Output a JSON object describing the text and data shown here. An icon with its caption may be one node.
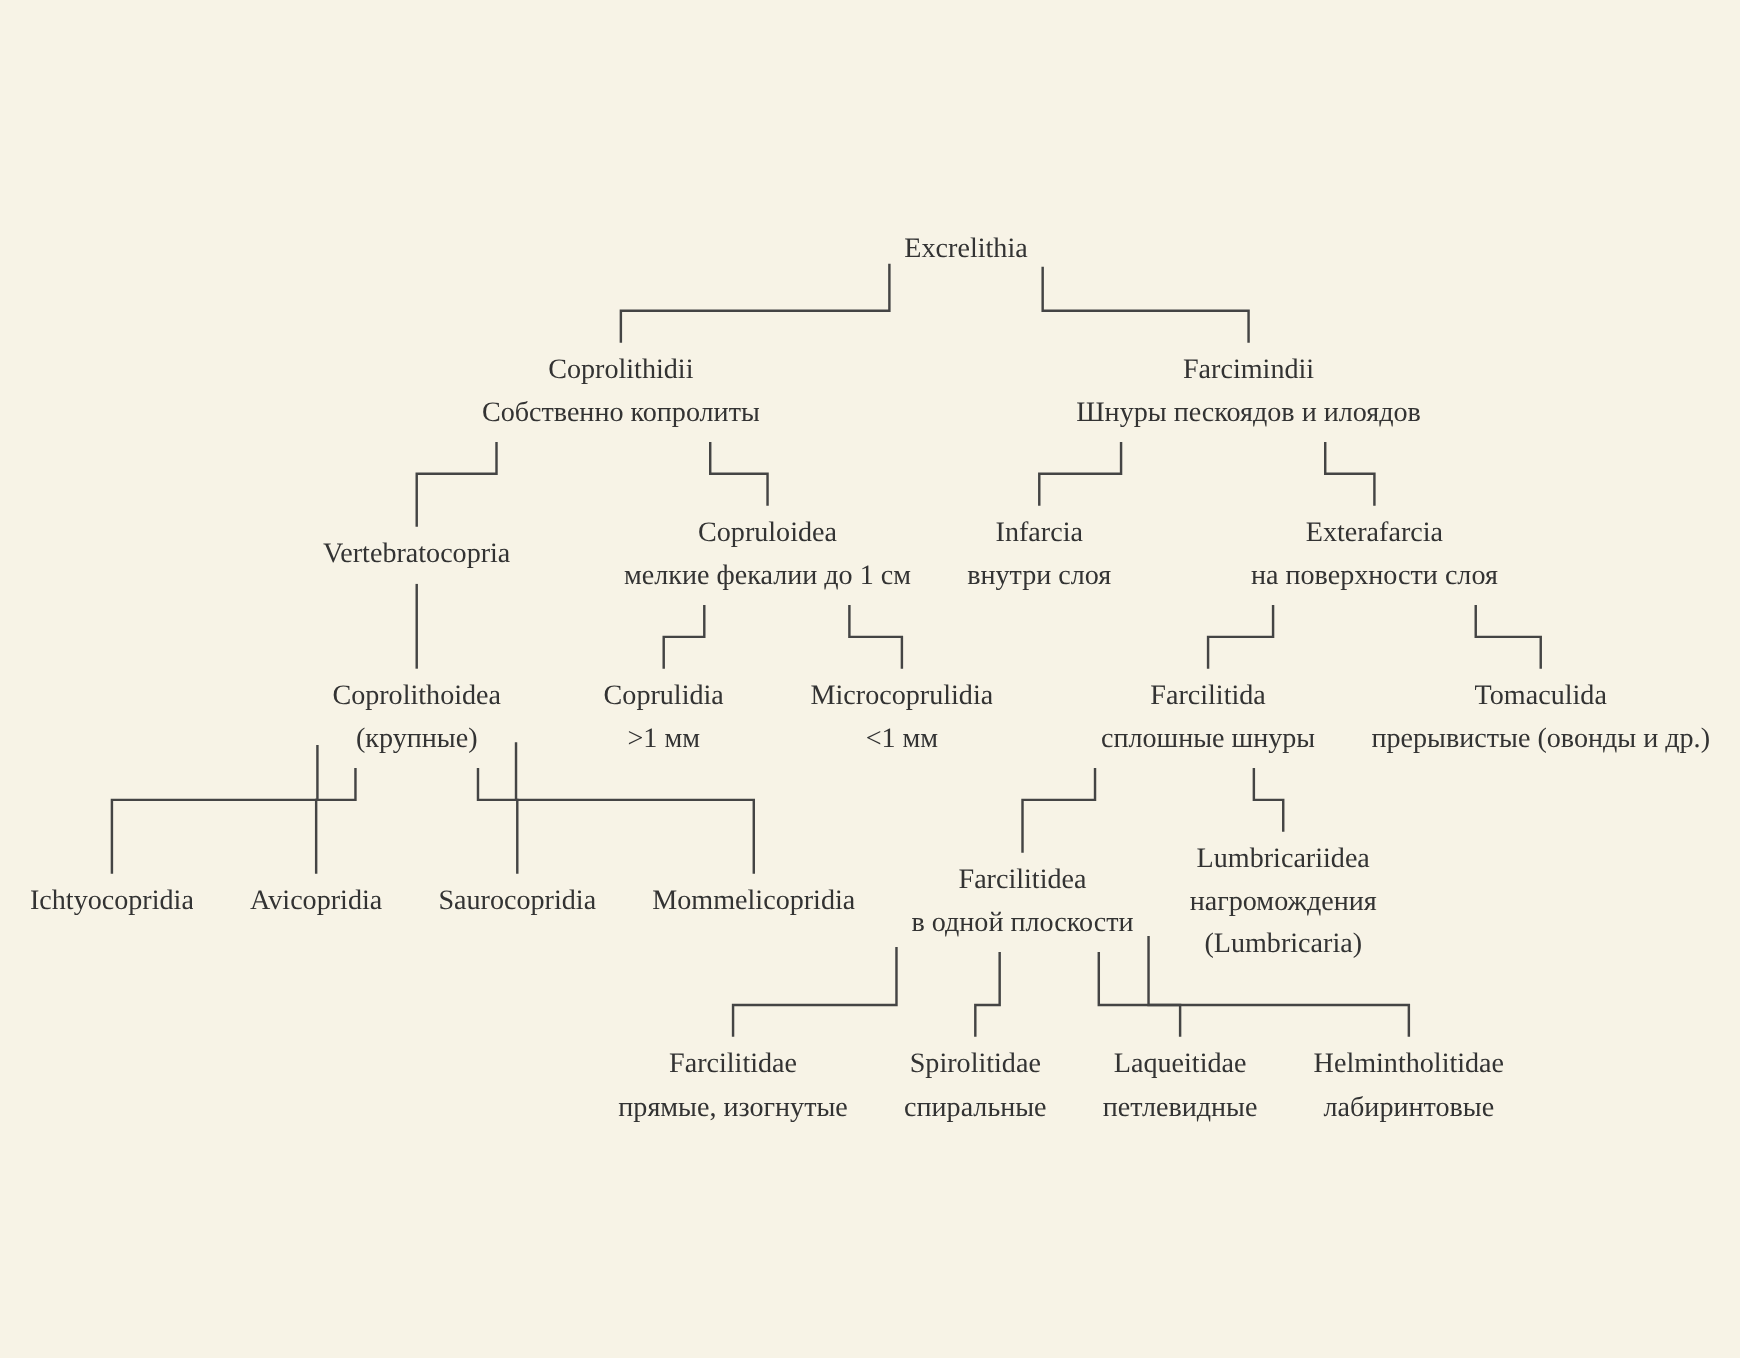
{
  "diagram": {
    "nodes": [
      {
        "text": [
          "Excrelithia"
        ]
      },
      {
        "text": [
          "Coprolithidii",
          "Собственно копролиты"
        ]
      },
      {
        "text": [
          "Vertebratocopria"
        ]
      },
      {
        "text": [
          "Coprolithoidea",
          "(крупные)"
        ]
      },
      {
        "text": [
          "Copruloidea",
          "мелкие фекалии до 1 см"
        ]
      },
      {
        "text": [
          "Ichtyocopridia"
        ]
      },
      {
        "text": [
          "Avicopridia"
        ]
      },
      {
        "text": [
          "Saurocopridia"
        ]
      },
      {
        "text": [
          "Mommelicopridia"
        ]
      },
      {
        "text": [
          "Coprulidia",
          ">1 мм"
        ]
      },
      {
        "text": [
          "Microcoprulidia",
          "<1 мм"
        ]
      },
      {
        "text": [
          "Farcimindii",
          "Шнуры пескоядов и илоядов"
        ]
      },
      {
        "text": [
          "Infarcia",
          "внутри слоя"
        ]
      },
      {
        "text": [
          "Exterafarcia",
          "на поверхности слоя"
        ]
      },
      {
        "text": [
          "Farcilitida",
          "сплошные шнуры"
        ]
      },
      {
        "text": [
          "Tomaculida",
          "прерывистые (овонды и др.)"
        ]
      },
      {
        "text": [
          "Farcilitidea",
          "в одной плоскости"
        ]
      },
      {
        "text": [
          "Lumbricariidea",
          "нагромождения",
          "(Lumbricaria)"
        ]
      },
      {
        "text": [
          "Farcilitidae",
          "прямые, изогнутые"
        ]
      },
      {
        "text": [
          "Spirolitidae",
          "спиральные"
        ]
      },
      {
        "text": [
          "Laqueitidae",
          "петлевидные"
        ]
      },
      {
        "text": [
          "Helmintholitidae",
          "лабиринтовые"
        ]
      }
    ],
    "edges": [
      {
        "from": 0,
        "to": 1,
        "arrow": "none"
      },
      {
        "from": 0,
        "to": 11,
        "arrow": "none"
      },
      {
        "from": 1,
        "to": 2,
        "arrow": "none"
      },
      {
        "from": 1,
        "to": 4,
        "arrow": "none"
      },
      {
        "from": 2,
        "to": 3,
        "arrow": "none"
      },
      {
        "from": 3,
        "to": 5,
        "arrow": "none"
      },
      {
        "from": 3,
        "to": 6,
        "arrow": "none"
      },
      {
        "from": 3,
        "to": 7,
        "arrow": "none"
      },
      {
        "from": 3,
        "to": 8,
        "arrow": "none"
      },
      {
        "from": 4,
        "to": 9,
        "arrow": "none"
      },
      {
        "from": 4,
        "to": 10,
        "arrow": "none"
      },
      {
        "from": 11,
        "to": 12,
        "arrow": "none"
      },
      {
        "from": 11,
        "to": 13,
        "arrow": "none"
      },
      {
        "from": 13,
        "to": 14,
        "arrow": "none"
      },
      {
        "from": 13,
        "to": 15,
        "arrow": "none"
      },
      {
        "from": 14,
        "to": 16,
        "arrow": "none"
      },
      {
        "from": 14,
        "to": 17,
        "arrow": "none"
      },
      {
        "from": 16,
        "to": 18,
        "arrow": "none"
      },
      {
        "from": 16,
        "to": 19,
        "arrow": "none"
      },
      {
        "from": 16,
        "to": 20,
        "arrow": "none"
      },
      {
        "from": 16,
        "to": 21,
        "arrow": "none"
      }
    ]
  }
}
